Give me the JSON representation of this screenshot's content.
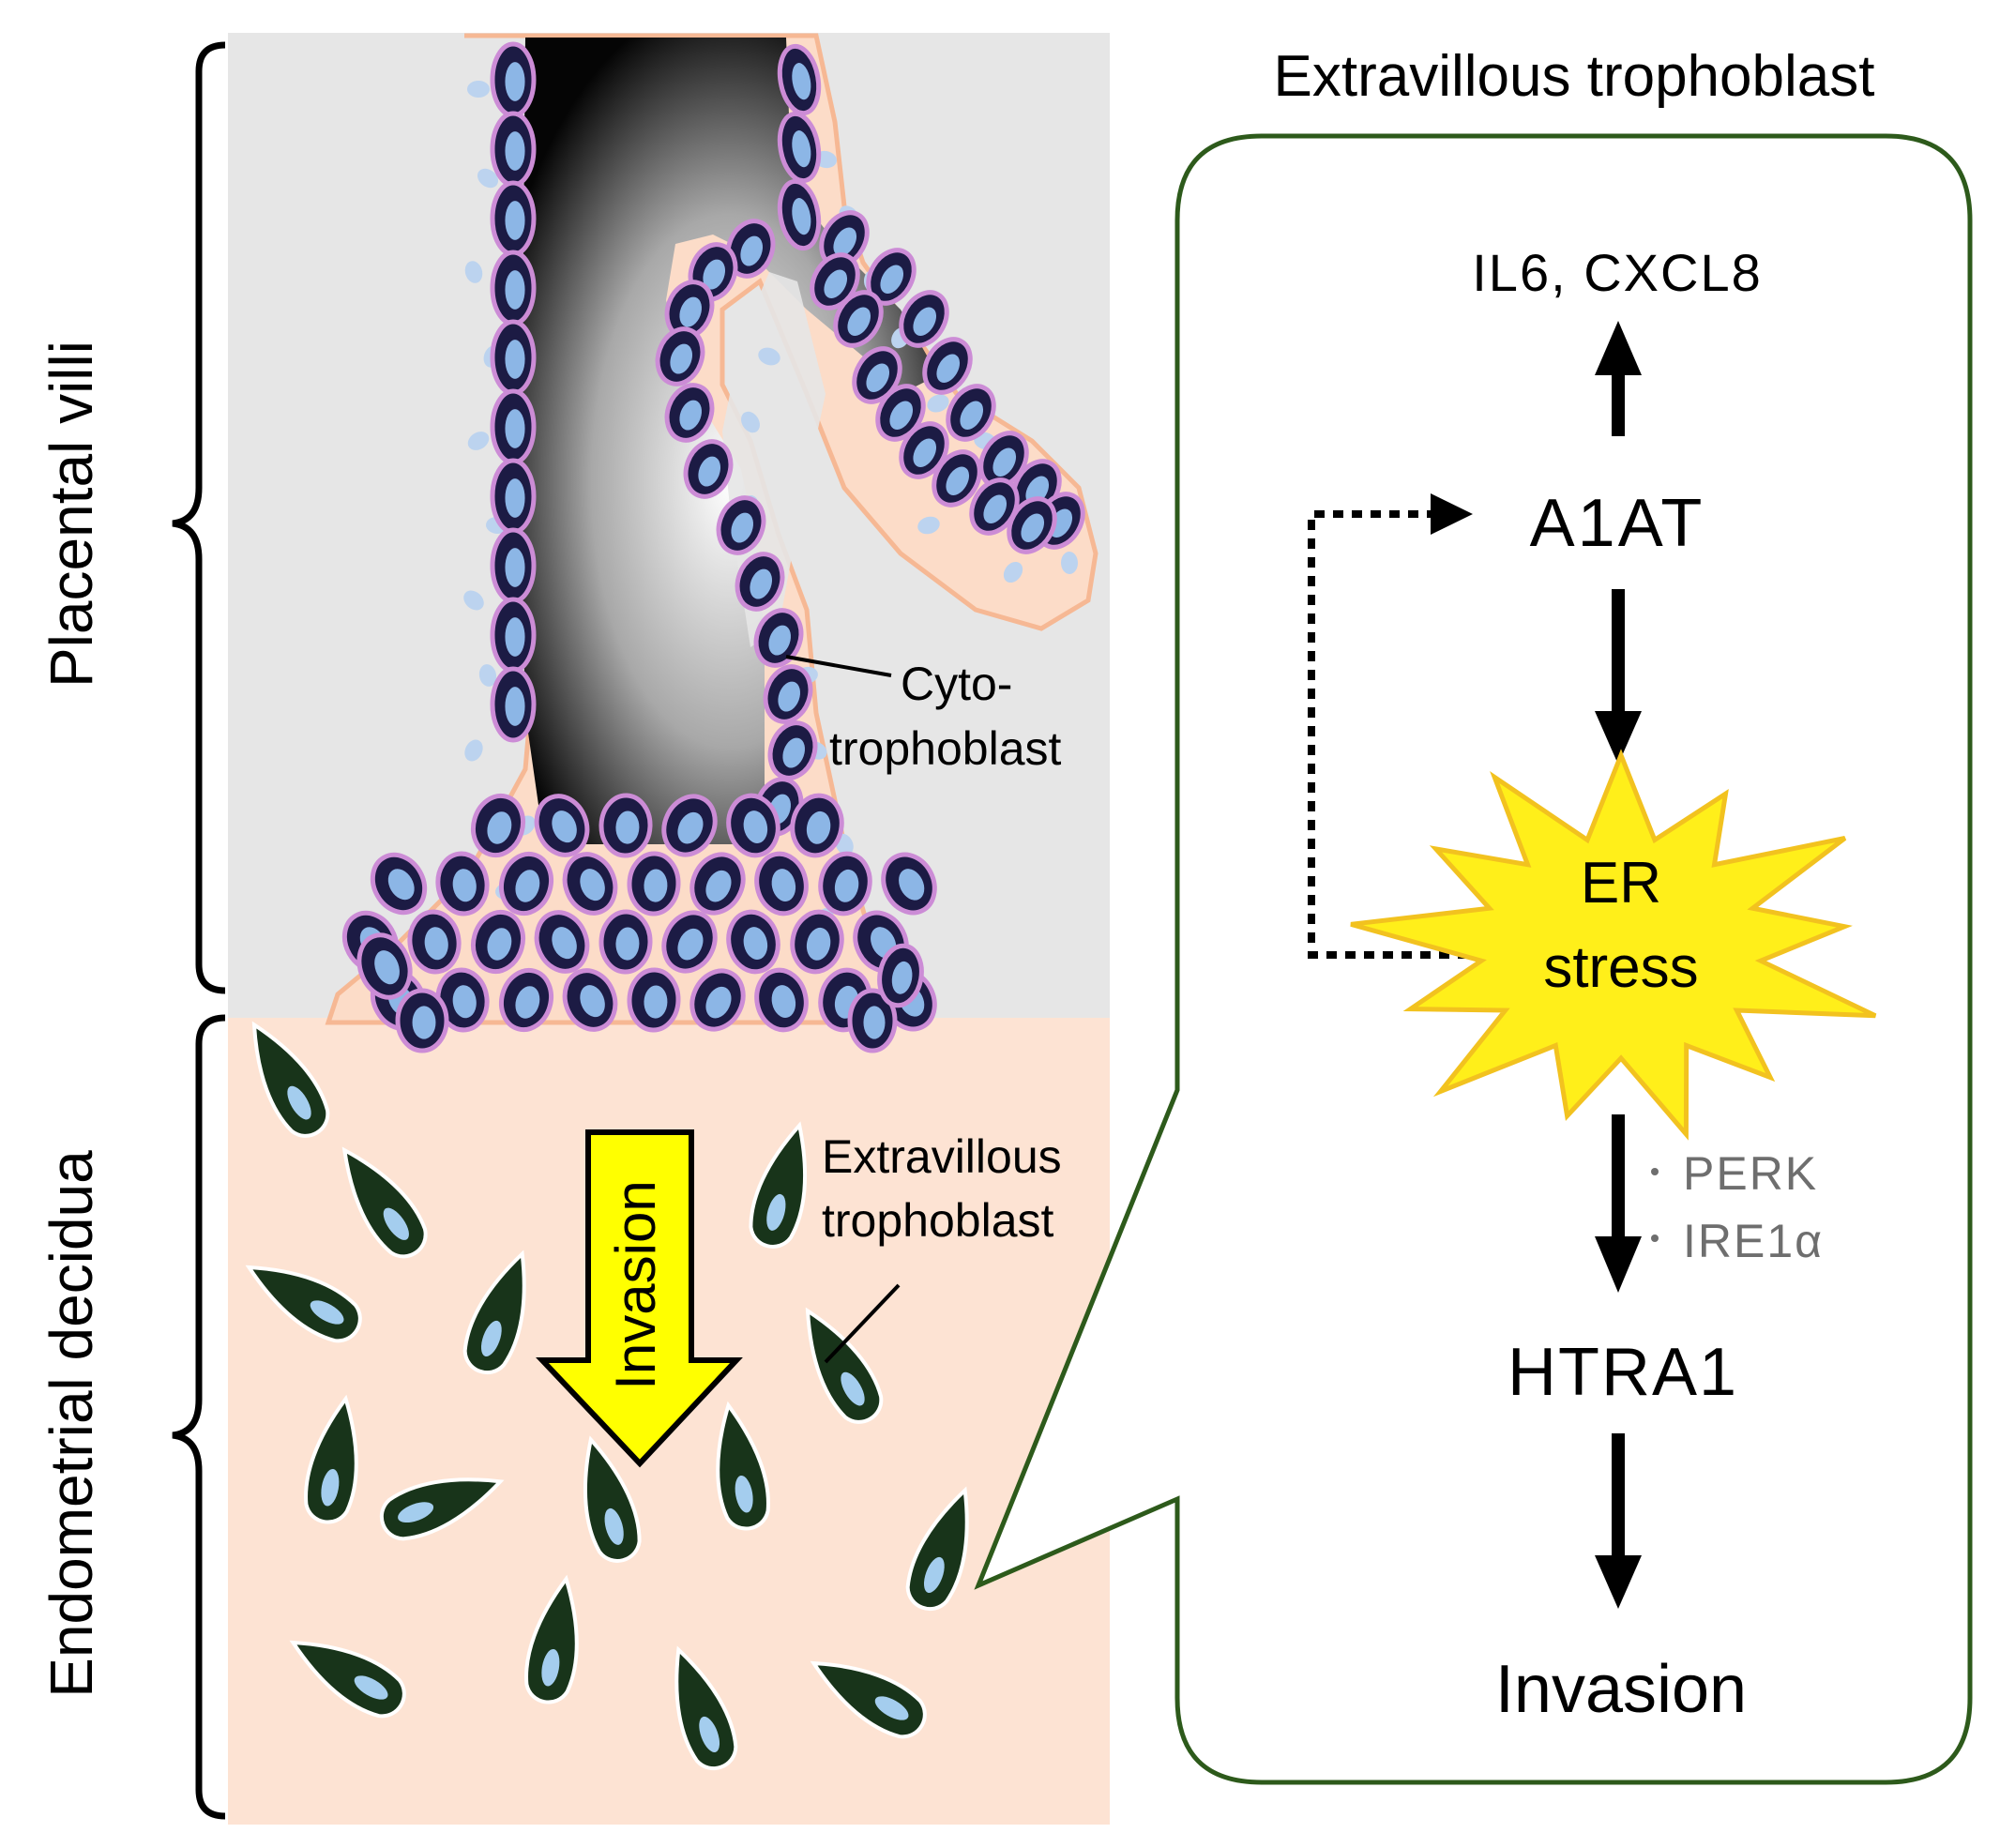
{
  "labels": {
    "placental_villi": "Placental villi",
    "endometrial_decidua": "Endometrial decidua",
    "cytotrophoblast_line1": "Cyto-",
    "cytotrophoblast_line2": "trophoblast",
    "evt_line1": "Extravillous",
    "evt_line2": "trophoblast",
    "invasion_arrow": "Invasion"
  },
  "pathway": {
    "panel_title": "Extravillous trophoblast",
    "il6_cxcl8": "IL6, CXCL8",
    "a1at": "A1AT",
    "er_line1": "ER",
    "er_line2": "stress",
    "perk": "PERK",
    "ire1a": "IRE1α",
    "htra1": "HTRA1",
    "invasion": "Invasion"
  },
  "colors": {
    "villi_bg": "#e6e6e6",
    "decidua_bg": "#fde3d3",
    "villus_tissue": "#fcdcc8",
    "villus_outline": "#f6b894",
    "cyto_cell": "#1c1b44",
    "cyto_border": "#cc8cd6",
    "nucleus": "#8cb6e6",
    "evt_cell": "#18341a",
    "evt_nucleus": "#a4cdee",
    "panel_border": "#2d5a1b",
    "star_fill": "#ffef1a",
    "star_stroke": "#f2c21f",
    "arrow_fill": "#ffff00",
    "gray_text": "#6e6e6e"
  }
}
